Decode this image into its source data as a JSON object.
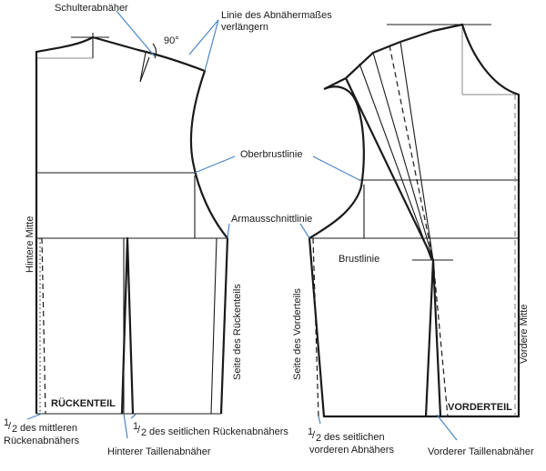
{
  "labels": {
    "shoulder_dart": "Schulterabnäher",
    "extend_line_1": "Linie des Abnähermaßes",
    "extend_line_2": "verlängern",
    "angle": "90°",
    "upper_chest_line": "Oberbrustlinie",
    "armhole_line": "Armausschnittlinie",
    "bust_line": "Brustlinie",
    "center_back": "Hintere Mitte",
    "side_back": "Seite des Rückenteils",
    "side_front": "Seite des Vorderteils",
    "center_front": "Vordere Mitte",
    "back_piece": "RÜCKENTEIL",
    "front_piece": "VORDERTEIL",
    "half_middle_back_dart_1": "des mittleren",
    "half_middle_back_dart_2": "Rückenabnähers",
    "half_side_back_dart": "des seitlichen Rückenabnähers",
    "back_waist_dart": "Hinterer Taillenabnäher",
    "half_side_front_dart_1": "des seitlichen",
    "half_side_front_dart_2": "vorderen Abnähers",
    "front_waist_dart": "Vorderer Taillenabnäher"
  },
  "colors": {
    "outline": "#1a1a1a",
    "leader_lines": "#4a86c5",
    "construction_lines": "#8a8a8a"
  }
}
